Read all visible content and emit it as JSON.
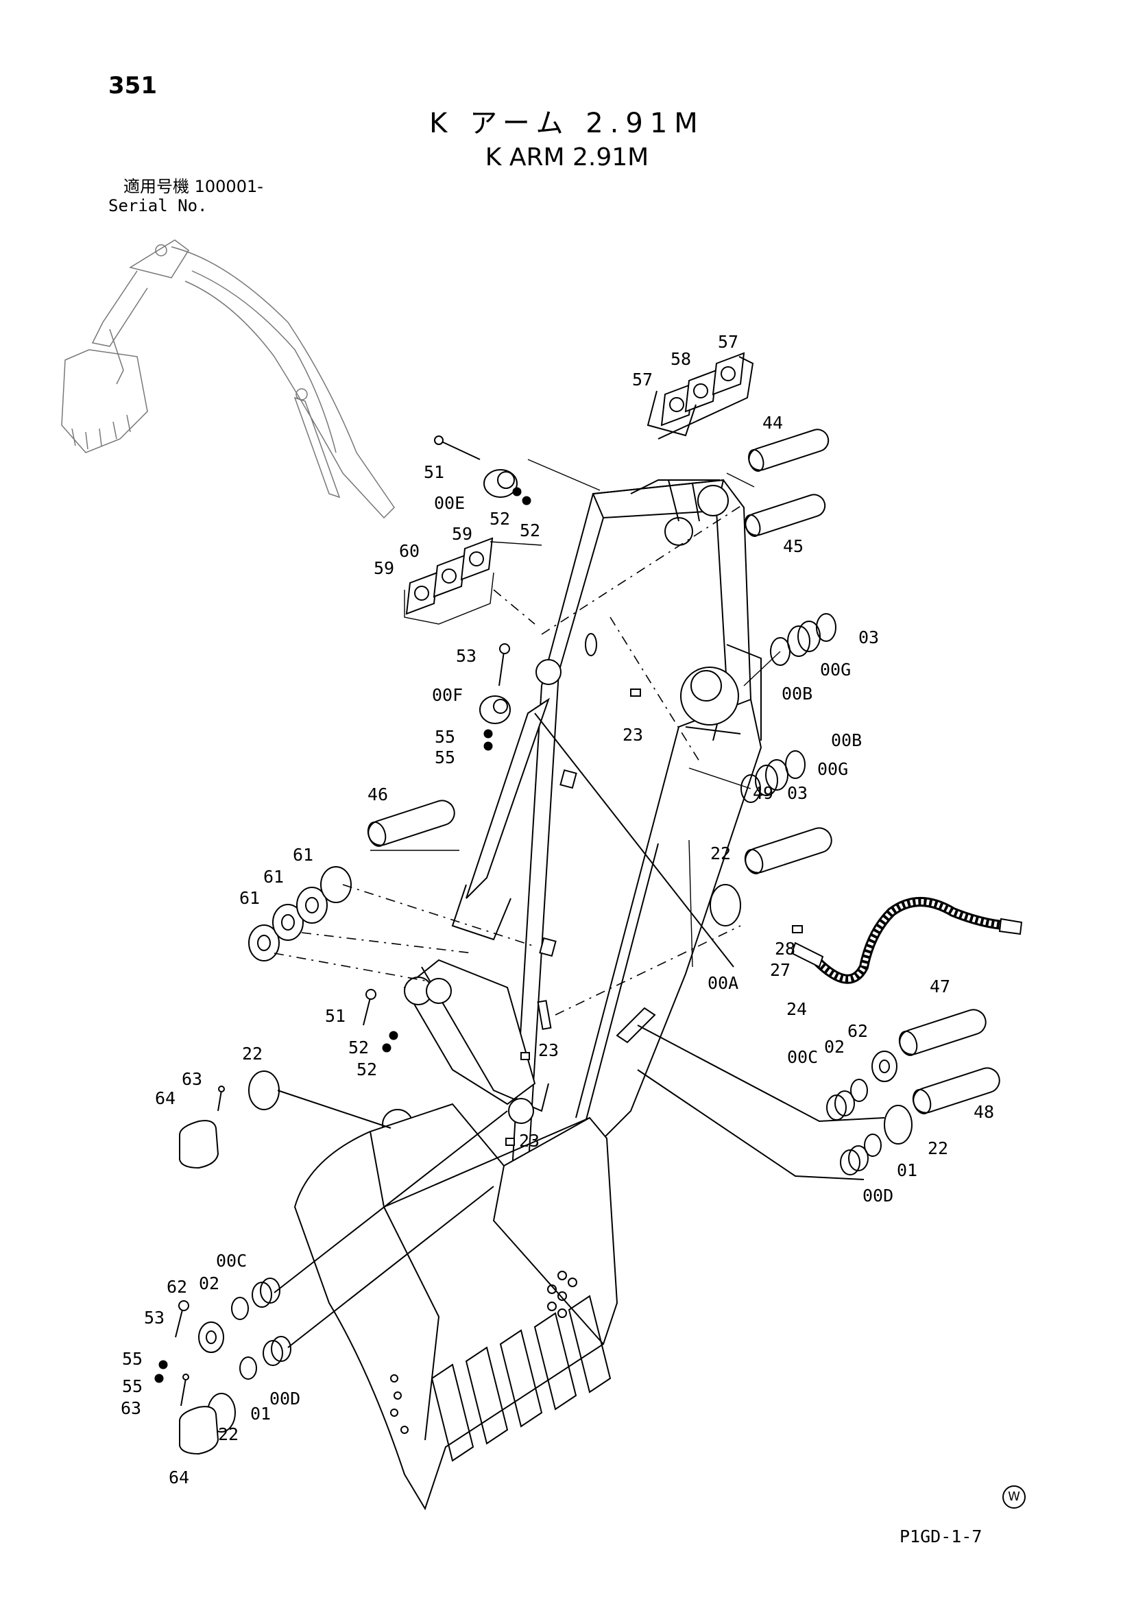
{
  "header": {
    "page_number": "351",
    "title_jp": "K アーム 2.91M",
    "title_en": "K ARM 2.91M",
    "serial_jp": "適用号機  100001-",
    "serial_en": "Serial No."
  },
  "footer": {
    "code": "P1GD-1-7",
    "mark": "W"
  },
  "callouts": {
    "c57a": "57",
    "c58": "58",
    "c57b": "57",
    "c44": "44",
    "c51a": "51",
    "c00e": "00E",
    "c52a": "52",
    "c52b": "52",
    "c45": "45",
    "c59a": "59",
    "c60": "60",
    "c59b": "59",
    "c03a": "03",
    "c00ga": "00G",
    "c00ba": "00B",
    "c53a": "53",
    "c00f": "00F",
    "c23a": "23",
    "c55a": "55",
    "c55b": "55",
    "c00bb": "00B",
    "c00gb": "00G",
    "c03b": "03",
    "c46": "46",
    "c49": "49",
    "c61a": "61",
    "c61b": "61",
    "c61c": "61",
    "c22a": "22",
    "c28": "28",
    "c27": "27",
    "c00a": "00A",
    "c24": "24",
    "c47": "47",
    "c51b": "51",
    "c52c": "52",
    "c52d": "52",
    "c62a": "62",
    "c00ca": "00C",
    "c02a": "02",
    "c23b": "23",
    "c22b": "22",
    "c63a": "63",
    "c64a": "64",
    "c48": "48",
    "c23c": "23",
    "c22c": "22",
    "c01a": "01",
    "c00da": "00D",
    "c00cb": "00C",
    "c02b": "02",
    "c62b": "62",
    "c53b": "53",
    "c55c": "55",
    "c55d": "55",
    "c63b": "63",
    "c01b": "01",
    "c00db": "00D",
    "c22d": "22",
    "c64b": "64"
  }
}
